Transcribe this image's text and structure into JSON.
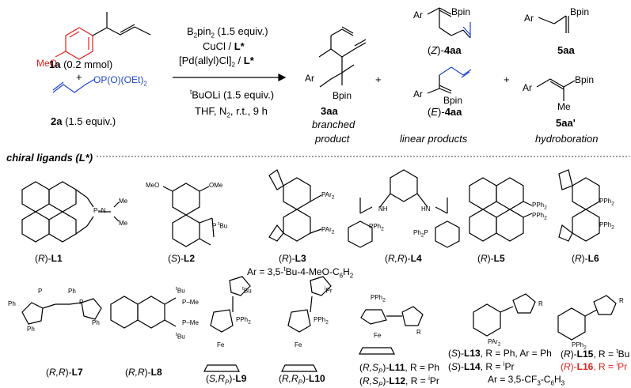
{
  "reagents": {
    "r1_label": "1a (0.2 mmol)",
    "plus": "+",
    "r1_sub": "MeO",
    "r2_label": "2a (1.5 equiv.)",
    "r2_group": "OP(O)(OEt)2"
  },
  "conditions": {
    "line1": "B2pin2 (1.5 equiv.)",
    "line2": "CuCl  / L*",
    "line3": "[Pd(allyl)Cl]2 / L*",
    "line4": "tBuOLi (1.5 equiv.)",
    "line5": "THF,  N2, r.t., 9 h"
  },
  "products": {
    "p1_id": "3aa",
    "p1_desc1": "branched",
    "p1_desc2": "product",
    "p2_id": "(Z)-4aa",
    "p3_id": "(E)-4aa",
    "linear": "linear products",
    "p4_id": "5aa",
    "p5_id": "5aa'",
    "hydro": "hydroboration",
    "ar": "Ar",
    "bpin": "Bpin",
    "me": "Me"
  },
  "ligands": {
    "header": "chiral ligands (L*)",
    "row1": [
      "(R)-L1",
      "(S)-L2",
      "(R)-L3",
      "(R,R)-L4",
      "(R)-L5",
      "(R)-L6"
    ],
    "l3_note": "Ar = 3,5-tBu-4-MeO-C6H2",
    "row2": [
      "(R,R)-L7",
      "(R,R)-L8",
      "(S,RP)-L9",
      "(R,RP)-L10"
    ],
    "l11": "(R,SP)-L11, R = Ph",
    "l12": "(R,SP)-L12, R = iPr",
    "l13": "(S)-L13, R = Ph, Ar = Ph",
    "l14": "(S)-L14, R = iPr",
    "l14_note": "Ar = 3,5-CF3-C6H3",
    "l15": "(R)-L15, R = tBu",
    "l16": "(R)-L16, R = iPr",
    "atoms": {
      "pn": "P–N",
      "me": "Me",
      "ome": "OMe",
      "meo": "MeO",
      "tbu": "tBu",
      "ipr": "iPr",
      "par2": "PAr2",
      "pph2": "PPh2",
      "nh": "NH",
      "hn": "HN",
      "ph": "Ph",
      "fe": "Fe",
      "n": "N",
      "o": "O",
      "p": "P",
      "r": "R"
    }
  },
  "colors": {
    "red": "#e0211b",
    "blue": "#1e46d2",
    "line": "#000000"
  }
}
